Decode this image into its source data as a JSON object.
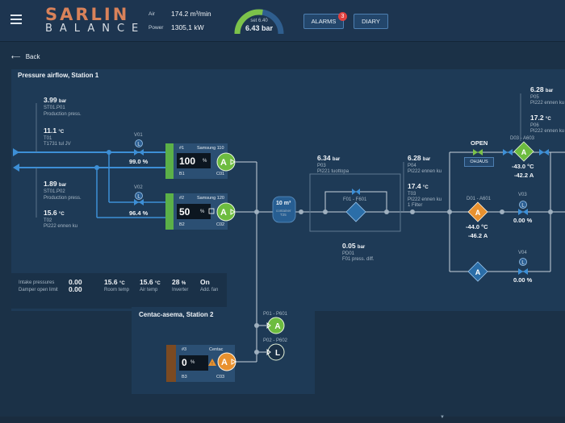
{
  "header": {
    "logo_top": "SARLIN",
    "logo_bottom": "BALANCE",
    "air_label": "Air",
    "air_value": "174.2 m³/min",
    "power_label": "Power",
    "power_value": "1305,1 kW",
    "gauge_set": "set 6.40",
    "gauge_value": "6.43 bar",
    "gauge_level": 0.55,
    "alarms_label": "ALARMS",
    "alarms_count": "3",
    "diary_label": "DIARY"
  },
  "nav": {
    "back_label": "Back"
  },
  "station1": {
    "title": "Pressure airflow, Station 1",
    "st01p01": {
      "value": "3.99",
      "unit": "bar",
      "line1": "ST01.P01",
      "line2": "Production press."
    },
    "t01": {
      "value": "11.1",
      "unit": "°C",
      "line1": "T01",
      "line2": "T1731 tul JV"
    },
    "st01p02": {
      "value": "1.89",
      "unit": "bar",
      "line1": "ST01.P02",
      "line2": "Production press."
    },
    "t02": {
      "value": "15.6",
      "unit": "°C",
      "line1": "T02",
      "line2": "PI222 ennen ku"
    },
    "v01": {
      "label": "V01",
      "value": "99.0 %"
    },
    "v02": {
      "label": "V02",
      "value": "96.4 %"
    },
    "comp1": {
      "num": "#1",
      "name": "Samsung 110",
      "value": "100",
      "unit": "%",
      "sub_left": "B1",
      "sub_right": "C01"
    },
    "comp2": {
      "num": "#2",
      "name": "Samsung 120",
      "value": "50",
      "unit": "%",
      "sub_left": "B2",
      "sub_right": "C02"
    },
    "tank": {
      "value": "10 m³",
      "line1": "container",
      "line2": "T25"
    },
    "p03": {
      "value": "6.34",
      "unit": "bar",
      "line1": "P03",
      "line2": "PI221 tuottopa"
    },
    "f01": {
      "label": "F01 - F601"
    },
    "p04": {
      "value": "6.28",
      "unit": "bar",
      "line1": "P04",
      "line2": "PI222 ennen ku"
    },
    "t03": {
      "value": "17.4",
      "unit": "°C",
      "line1": "T03",
      "line2": "PI222 ennen ku",
      "line3": "1 Filter"
    },
    "pd01": {
      "value": "0.05",
      "unit": "bar",
      "line1": "PD01",
      "line2": "F01 press. diff."
    },
    "open_label": "OPEN",
    "ohjaus_label": "OHJAUS",
    "d03": {
      "label": "D03 - A603",
      "temp": "-43.0 °C",
      "current": "-42.2 A"
    },
    "d01": {
      "label": "D01 - A601",
      "temp": "-44.0 °C",
      "current": "-46.2 A"
    },
    "v03": {
      "label": "V03",
      "value": "0.00 %"
    },
    "v04": {
      "label": "V04",
      "value": "0.00 %"
    },
    "p05": {
      "value": "6.28",
      "unit": "bar",
      "line1": "P05",
      "line2": "PI222 ennen ku"
    },
    "p06": {
      "value": "17.2",
      "unit": "°C",
      "line1": "P06",
      "line2": "PI222 ennen ku"
    }
  },
  "summary": {
    "intake_label": "Intake pressures",
    "intake_value": "0.00",
    "damper_label": "Damper open limit",
    "damper_value": "0.00",
    "room_temp_value": "15.6",
    "room_temp_unit": "°C",
    "room_temp_label": "Room temp",
    "air_temp_value": "15.6",
    "air_temp_unit": "°C",
    "air_temp_label": "Air temp",
    "inverter_value": "28",
    "inverter_unit": "%",
    "inverter_label": "Inverter",
    "fan_value": "On",
    "fan_label": "Add. fan"
  },
  "station2": {
    "title": "Centac-asema, Station 2",
    "p01": {
      "label": "P01 - P601"
    },
    "p02": {
      "label": "P02 - P602"
    },
    "comp3": {
      "num": "#3",
      "name": "Centac",
      "value": "0",
      "unit": "%",
      "sub_left": "B3",
      "sub_right": "C03"
    }
  },
  "colors": {
    "green": "#7cc24a",
    "orange": "#e8912f",
    "blue_line": "#3d8fd6",
    "panel": "#1e3a56",
    "bg": "#1b3147"
  }
}
